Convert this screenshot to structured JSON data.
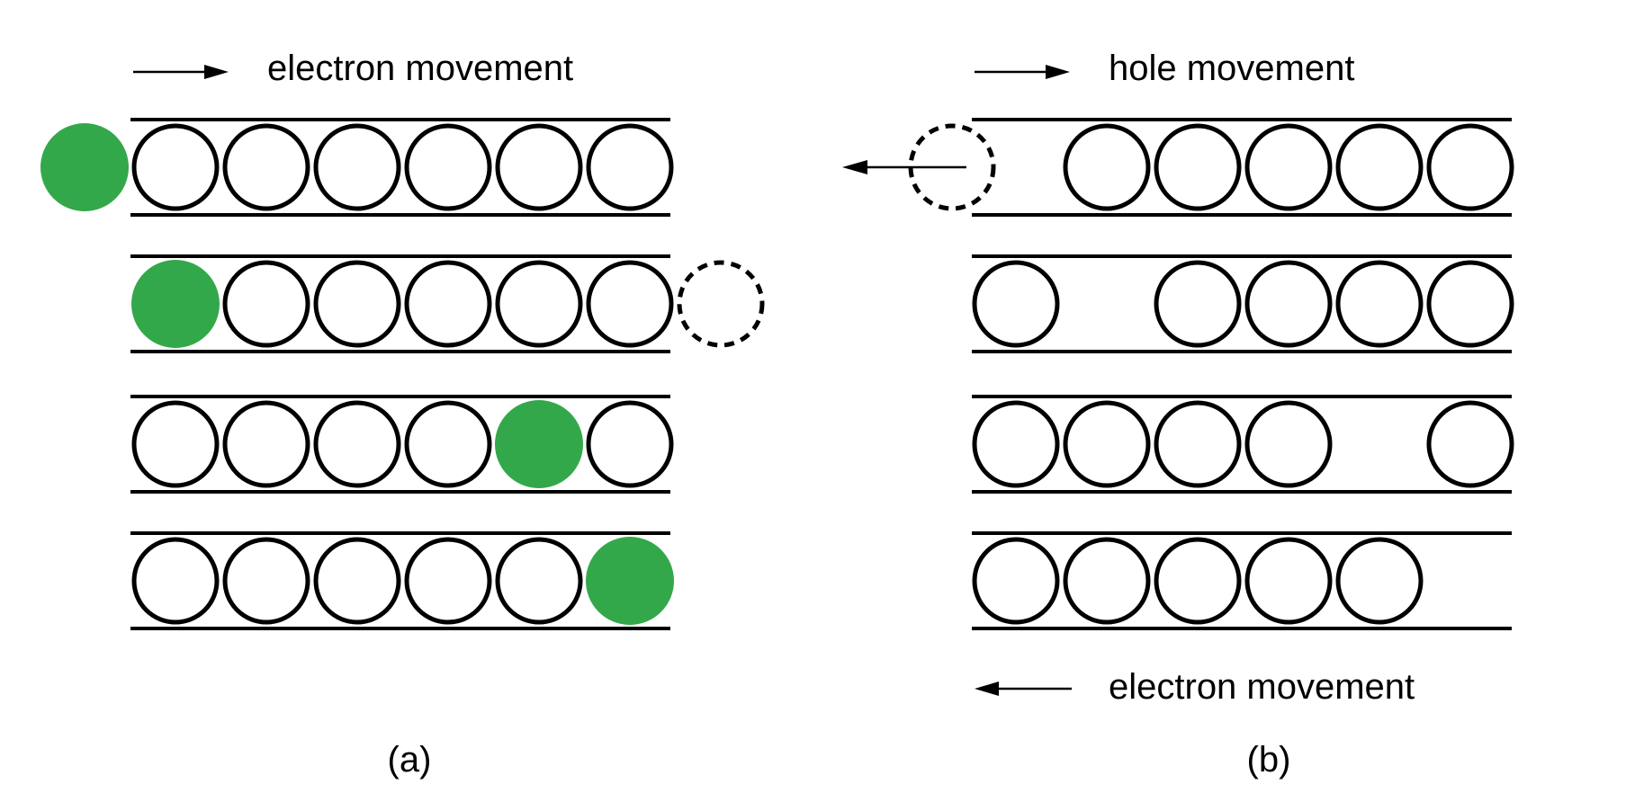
{
  "panel_a": {
    "label": "(a)",
    "movement_label": "electron movement",
    "movement_direction": "right",
    "electron_color": "#33a84a",
    "rows": [
      {
        "slots": [
          "empty",
          "empty",
          "empty",
          "empty",
          "empty",
          "empty"
        ],
        "incoming_electron": "left",
        "outgoing_electron": null
      },
      {
        "slots": [
          "electron",
          "empty",
          "empty",
          "empty",
          "empty",
          "empty"
        ],
        "incoming_electron": null,
        "outgoing_electron": "right"
      },
      {
        "slots": [
          "empty",
          "empty",
          "empty",
          "empty",
          "electron",
          "empty"
        ],
        "incoming_electron": null,
        "outgoing_electron": null
      },
      {
        "slots": [
          "empty",
          "empty",
          "empty",
          "empty",
          "empty",
          "electron"
        ],
        "incoming_electron": null,
        "outgoing_electron": null
      }
    ]
  },
  "panel_b": {
    "label": "(b)",
    "movement_label": "hole movement",
    "movement_direction": "right",
    "secondary_label": "electron movement",
    "secondary_direction": "left",
    "rows": [
      {
        "slots": [
          "hole",
          "electron",
          "electron",
          "electron",
          "electron",
          "electron"
        ],
        "outgoing_electron": "left"
      },
      {
        "slots": [
          "electron",
          "hole",
          "electron",
          "electron",
          "electron",
          "electron"
        ],
        "outgoing_electron": null
      },
      {
        "slots": [
          "electron",
          "electron",
          "electron",
          "electron",
          "hole",
          "electron"
        ],
        "outgoing_electron": null
      },
      {
        "slots": [
          "electron",
          "electron",
          "electron",
          "electron",
          "electron",
          "hole"
        ],
        "outgoing_electron": null
      }
    ]
  }
}
